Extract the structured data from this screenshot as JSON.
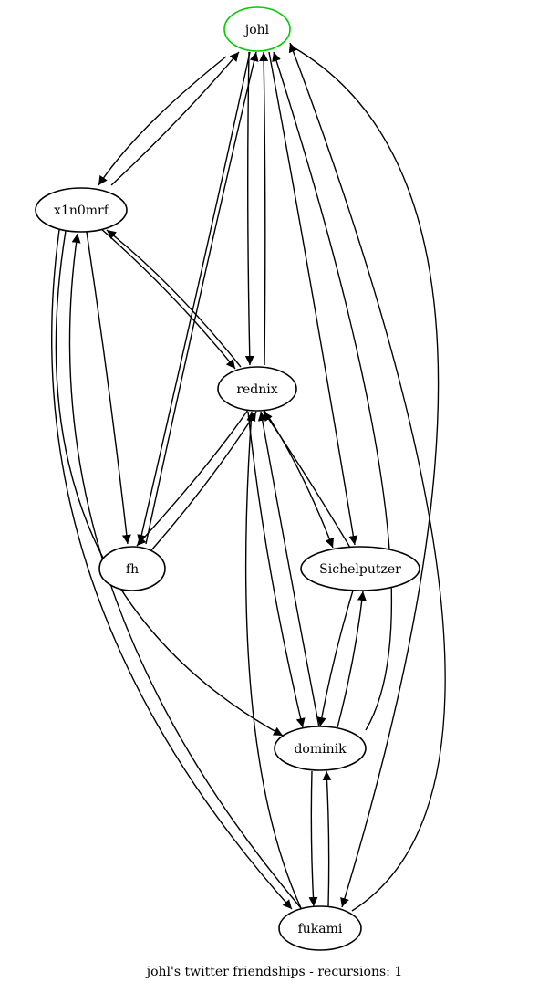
{
  "caption": "johl's twitter friendships - recursions: 1",
  "nodes": [
    {
      "id": "johl",
      "label": "johl",
      "root": true
    },
    {
      "id": "x1n0mrf",
      "label": "x1n0mrf"
    },
    {
      "id": "rednix",
      "label": "rednix"
    },
    {
      "id": "fh",
      "label": "fh"
    },
    {
      "id": "sichelputzer",
      "label": "Sichelputzer"
    },
    {
      "id": "dominik",
      "label": "dominik"
    },
    {
      "id": "fukami",
      "label": "fukami"
    }
  ],
  "edges": [
    {
      "from": "johl",
      "to": "x1n0mrf"
    },
    {
      "from": "x1n0mrf",
      "to": "johl"
    },
    {
      "from": "johl",
      "to": "fh"
    },
    {
      "from": "fh",
      "to": "johl"
    },
    {
      "from": "johl",
      "to": "rednix"
    },
    {
      "from": "rednix",
      "to": "johl"
    },
    {
      "from": "johl",
      "to": "sichelputzer"
    },
    {
      "from": "dominik",
      "to": "johl"
    },
    {
      "from": "fukami",
      "to": "johl"
    },
    {
      "from": "johl",
      "to": "fukami"
    },
    {
      "from": "x1n0mrf",
      "to": "rednix"
    },
    {
      "from": "rednix",
      "to": "x1n0mrf"
    },
    {
      "from": "x1n0mrf",
      "to": "fh"
    },
    {
      "from": "x1n0mrf",
      "to": "dominik"
    },
    {
      "from": "x1n0mrf",
      "to": "fukami"
    },
    {
      "from": "fukami",
      "to": "x1n0mrf"
    },
    {
      "from": "rednix",
      "to": "fh"
    },
    {
      "from": "fh",
      "to": "rednix"
    },
    {
      "from": "rednix",
      "to": "sichelputzer"
    },
    {
      "from": "sichelputzer",
      "to": "rednix"
    },
    {
      "from": "rednix",
      "to": "dominik"
    },
    {
      "from": "dominik",
      "to": "rednix"
    },
    {
      "from": "fukami",
      "to": "rednix"
    },
    {
      "from": "sichelputzer",
      "to": "dominik"
    },
    {
      "from": "dominik",
      "to": "sichelputzer"
    },
    {
      "from": "dominik",
      "to": "fukami"
    },
    {
      "from": "fukami",
      "to": "dominik"
    }
  ],
  "colors": {
    "root_node_stroke": "#00cc00",
    "node_stroke": "#000000",
    "edge": "#000000",
    "background": "#ffffff"
  }
}
